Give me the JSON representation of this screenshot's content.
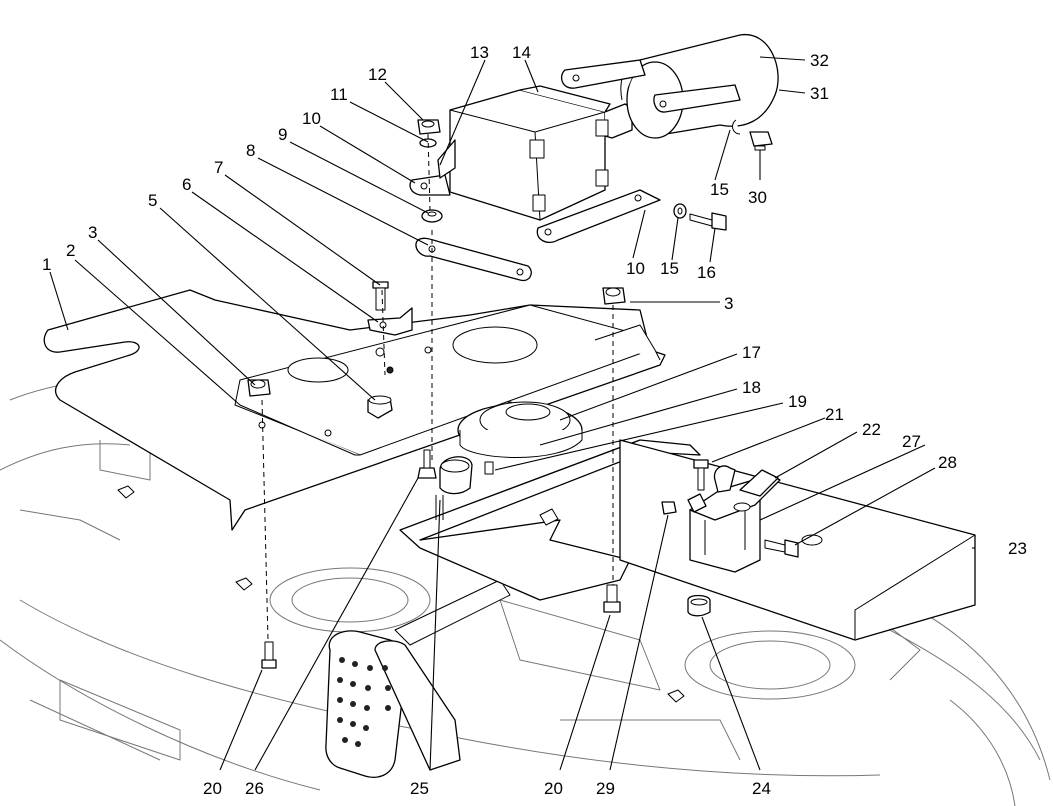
{
  "diagram": {
    "callouts": [
      {
        "id": "c1",
        "text": "1"
      },
      {
        "id": "c2",
        "text": "2"
      },
      {
        "id": "c3a",
        "text": "3"
      },
      {
        "id": "c3b",
        "text": "3"
      },
      {
        "id": "c5",
        "text": "5"
      },
      {
        "id": "c6",
        "text": "6"
      },
      {
        "id": "c7",
        "text": "7"
      },
      {
        "id": "c8",
        "text": "8"
      },
      {
        "id": "c9",
        "text": "9"
      },
      {
        "id": "c10a",
        "text": "10"
      },
      {
        "id": "c10b",
        "text": "10"
      },
      {
        "id": "c11",
        "text": "11"
      },
      {
        "id": "c12",
        "text": "12"
      },
      {
        "id": "c13",
        "text": "13"
      },
      {
        "id": "c14",
        "text": "14"
      },
      {
        "id": "c15a",
        "text": "15"
      },
      {
        "id": "c15b",
        "text": "15"
      },
      {
        "id": "c16",
        "text": "16"
      },
      {
        "id": "c17",
        "text": "17"
      },
      {
        "id": "c18",
        "text": "18"
      },
      {
        "id": "c19",
        "text": "19"
      },
      {
        "id": "c20a",
        "text": "20"
      },
      {
        "id": "c20b",
        "text": "20"
      },
      {
        "id": "c21",
        "text": "21"
      },
      {
        "id": "c22",
        "text": "22"
      },
      {
        "id": "c23",
        "text": "23"
      },
      {
        "id": "c24",
        "text": "24"
      },
      {
        "id": "c25",
        "text": "25"
      },
      {
        "id": "c26",
        "text": "26"
      },
      {
        "id": "c27",
        "text": "27"
      },
      {
        "id": "c28",
        "text": "28"
      },
      {
        "id": "c29",
        "text": "29"
      },
      {
        "id": "c30",
        "text": "30"
      },
      {
        "id": "c31",
        "text": "31"
      },
      {
        "id": "c32",
        "text": "32"
      }
    ]
  }
}
